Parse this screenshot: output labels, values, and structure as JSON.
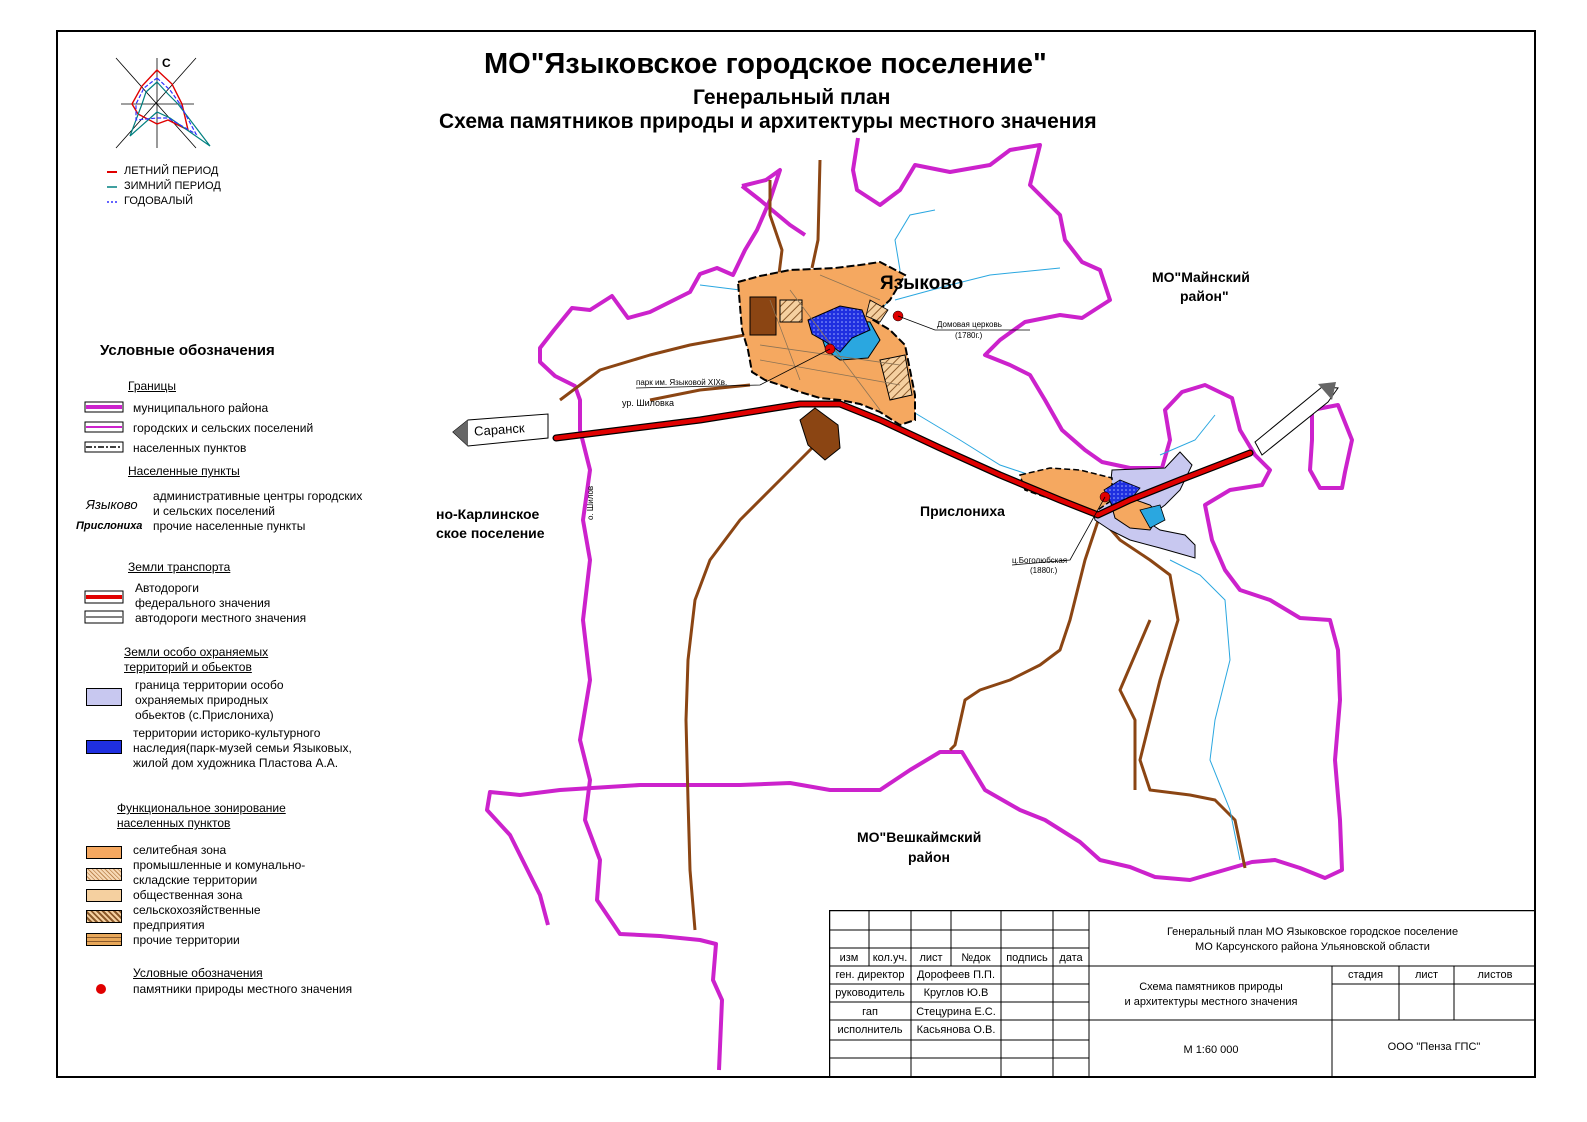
{
  "header": {
    "title": "МО\"Языковское городское поселение\"",
    "subtitle": "Генеральный план",
    "subtitle2": "Схема памятников  природы и архитектуры местного значения"
  },
  "wind_rose": {
    "north_label": "С",
    "legend": [
      {
        "label": "ЛЕТНИЙ ПЕРИОД",
        "color": "#e00000"
      },
      {
        "label": "ЗИМНИЙ  ПЕРИОД",
        "color": "#008080"
      },
      {
        "label": "ГОДОВАЛЫЙ",
        "color": "#3030ff"
      }
    ]
  },
  "map": {
    "places": {
      "main_town": "Языково",
      "village": "Прислониха",
      "neighbor_ne_line1": "МО\"Майнский",
      "neighbor_ne_line2": "район\"",
      "neighbor_w_line1": "но-Карлинское",
      "neighbor_w_line2": "ское поселение",
      "neighbor_s_line1": "МО\"Вешкаймский",
      "neighbor_s_line2": "район"
    },
    "road_sign": "Саранск",
    "river_label": "о. Шилов",
    "tract_label": "ур. Шиловка",
    "callouts": {
      "church": "Домовая церковь",
      "church_year": "(1780г.)",
      "park": "парк им. Языковой XIXв.",
      "bogolyubskaya": "ц.Боголюбская",
      "bogolyubskaya_year": "(1880г.)"
    },
    "colors": {
      "municipal_border": "#cc22cc",
      "federal_road": "#e00000",
      "local_road": "#8b4513",
      "residential": "#f5a860",
      "water": "#2aa7e0",
      "heritage": "#1f2fe0",
      "protected": "#c8c8f0",
      "monument": "#e00000"
    }
  },
  "legend": {
    "title": "Условные обозначения",
    "borders": {
      "header": "Границы",
      "items": [
        "муниципального района",
        "городских и сельских поселений",
        "населенных пунктов"
      ]
    },
    "settlements": {
      "header": "Населенные пункты",
      "admin_sample": "Языково",
      "admin_text1": "административные центры городских",
      "admin_text2": "и сельских поселений",
      "other_sample": "Прислониха",
      "other_text": "прочие населенные пункты"
    },
    "transport": {
      "header": "Земли транспорта",
      "federal1": "Автодороги",
      "federal2": "федерального значения",
      "local": "автодороги местного значения"
    },
    "protected": {
      "header1": "Земли особо охраняемых",
      "header2": "территорий и обьектов",
      "item1_l1": "граница территории особо",
      "item1_l2": "охраняемых природных",
      "item1_l3": "обьектов (с.Прислониха)",
      "item2_l1": "территории историко-культурного",
      "item2_l2": "наследия(парк-музей семьи Языковых,",
      "item2_l3": "жилой дом художника Пластова А.А."
    },
    "zoning": {
      "header1": "Функциональное зонирование",
      "header2": "населенных пунктов",
      "items": [
        "селитебная зона",
        "промышленные и комунально-",
        "складские территории",
        "общественная зона",
        "сельскохозяйственные",
        "предприятия",
        "прочие территории"
      ]
    },
    "monuments": {
      "header": "Условные обозначения",
      "item": "памятники природы местного значения"
    }
  },
  "stamp": {
    "project_line1": "Генеральный план МО Языковское городское поселение",
    "project_line2": "МО  Карсунского района Ульяновской области",
    "columns": [
      "изм",
      "кол.уч.",
      "лист",
      "№док",
      "подпись",
      "дата"
    ],
    "sheet_title1": "Схема памятников природы",
    "sheet_title2": "и архитектуры местного значения",
    "stage_headers": [
      "стадия",
      "лист",
      "листов"
    ],
    "roles": [
      {
        "role": "ген. директор",
        "name": "Дорофеев П.П."
      },
      {
        "role": "руководитель",
        "name": "Круглов Ю.В"
      },
      {
        "role": "гап",
        "name": "Стецурина Е.С."
      },
      {
        "role": "исполнитель",
        "name": "Касьянова О.В."
      }
    ],
    "scale": "М 1:60 000",
    "company": "ООО \"Пенза ГПС\""
  }
}
